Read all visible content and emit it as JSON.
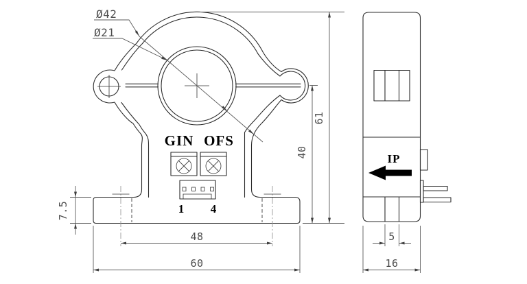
{
  "front_view": {
    "dims": {
      "outer_diameter": "Ø42",
      "inner_diameter": "Ø21",
      "total_height": "61",
      "center_to_base": "40",
      "base_height": "7.5",
      "hole_spacing": "48",
      "base_width": "60"
    },
    "labels": {
      "gain": "GIN",
      "offset": "OFS",
      "pin_first": "1",
      "pin_last": "4"
    }
  },
  "side_view": {
    "dims": {
      "slot_width": "5",
      "depth": "16"
    },
    "labels": {
      "primary_current": "IP"
    }
  }
}
